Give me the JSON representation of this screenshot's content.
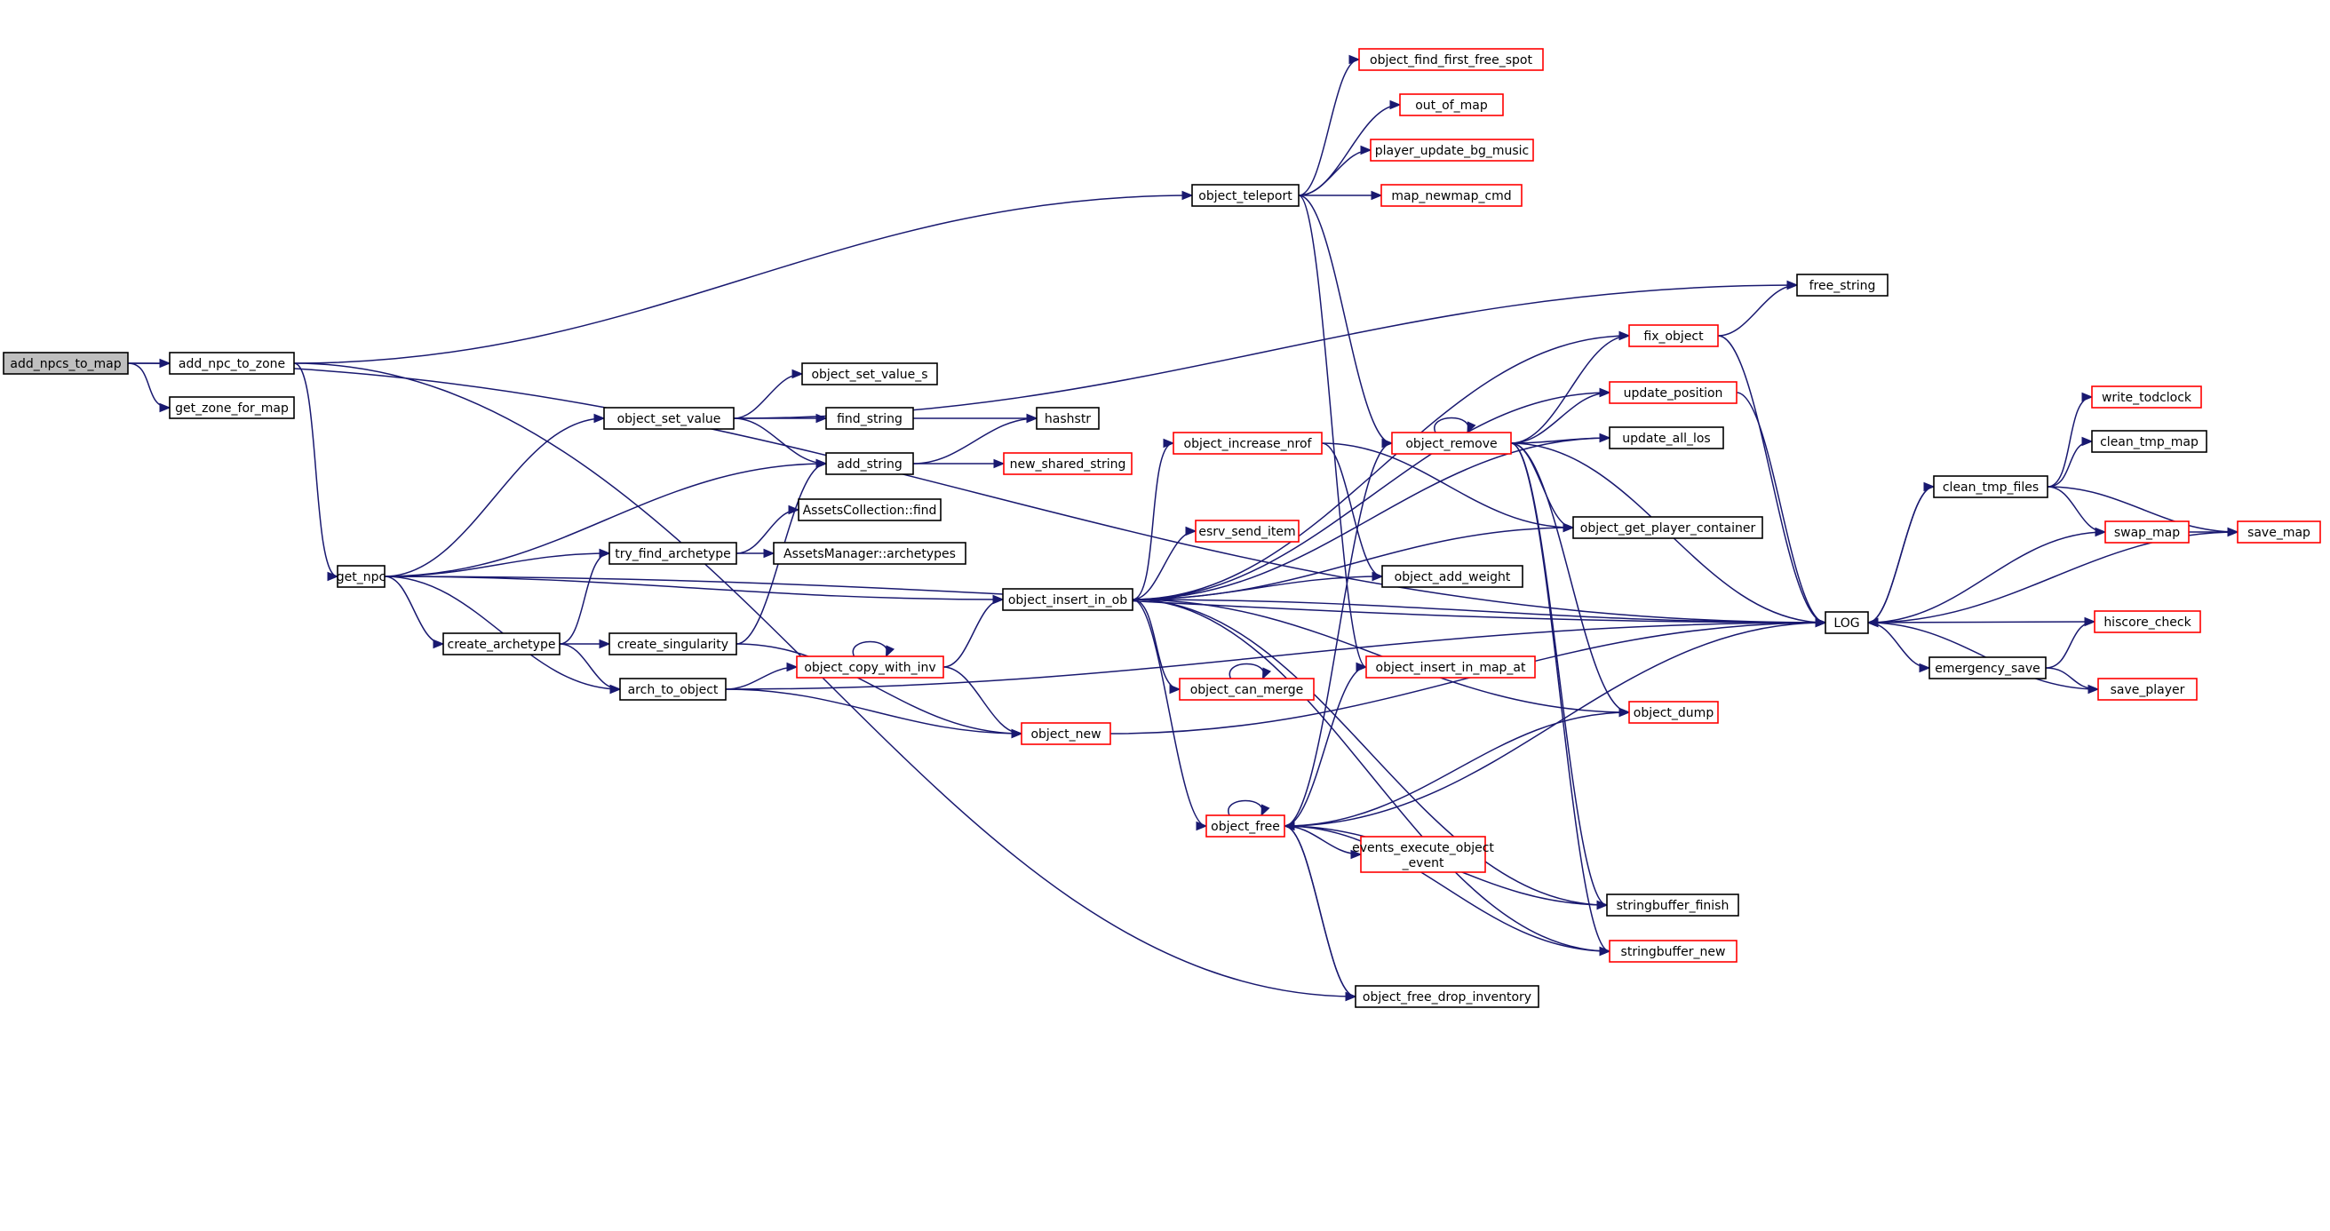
{
  "diagram": {
    "type": "call-graph",
    "colors": {
      "edge": "#191970",
      "node_border_documented": "#000000",
      "node_border_undocumented": "#ff0000",
      "root_fill": "#bfbfbf"
    },
    "nodes": [
      {
        "id": "add_npcs_to_map",
        "label": "add_npcs_to_map",
        "style": "root"
      },
      {
        "id": "add_npc_to_zone",
        "label": "add_npc_to_zone",
        "style": "black"
      },
      {
        "id": "get_zone_for_map",
        "label": "get_zone_for_map",
        "style": "black"
      },
      {
        "id": "get_npc",
        "label": "get_npc",
        "style": "black"
      },
      {
        "id": "object_set_value",
        "label": "object_set_value",
        "style": "black"
      },
      {
        "id": "object_set_value_s",
        "label": "object_set_value_s",
        "style": "black"
      },
      {
        "id": "find_string",
        "label": "find_string",
        "style": "black"
      },
      {
        "id": "hashstr",
        "label": "hashstr",
        "style": "black"
      },
      {
        "id": "add_string",
        "label": "add_string",
        "style": "black"
      },
      {
        "id": "new_shared_string",
        "label": "new_shared_string",
        "style": "red"
      },
      {
        "id": "assets_find",
        "label": "AssetsCollection::find",
        "style": "black"
      },
      {
        "id": "try_find_archetype",
        "label": "try_find_archetype",
        "style": "black"
      },
      {
        "id": "assets_archetypes",
        "label": "AssetsManager::archetypes",
        "style": "black"
      },
      {
        "id": "create_archetype",
        "label": "create_archetype",
        "style": "black"
      },
      {
        "id": "create_singularity",
        "label": "create_singularity",
        "style": "black"
      },
      {
        "id": "arch_to_object",
        "label": "arch_to_object",
        "style": "black"
      },
      {
        "id": "object_copy_with_inv",
        "label": "object_copy_with_inv",
        "style": "red"
      },
      {
        "id": "object_new",
        "label": "object_new",
        "style": "red"
      },
      {
        "id": "object_insert_in_ob",
        "label": "object_insert_in_ob",
        "style": "black"
      },
      {
        "id": "object_teleport",
        "label": "object_teleport",
        "style": "black"
      },
      {
        "id": "object_find_first_free_spot",
        "label": "object_find_first_free_spot",
        "style": "red"
      },
      {
        "id": "out_of_map",
        "label": "out_of_map",
        "style": "red"
      },
      {
        "id": "player_update_bg_music",
        "label": "player_update_bg_music",
        "style": "red"
      },
      {
        "id": "map_newmap_cmd",
        "label": "map_newmap_cmd",
        "style": "red"
      },
      {
        "id": "free_string",
        "label": "free_string",
        "style": "black"
      },
      {
        "id": "fix_object",
        "label": "fix_object",
        "style": "red"
      },
      {
        "id": "update_position",
        "label": "update_position",
        "style": "red"
      },
      {
        "id": "object_remove",
        "label": "object_remove",
        "style": "red"
      },
      {
        "id": "update_all_los",
        "label": "update_all_los",
        "style": "black"
      },
      {
        "id": "object_increase_nrof",
        "label": "object_increase_nrof",
        "style": "red"
      },
      {
        "id": "object_get_player_container",
        "label": "object_get_player_container",
        "style": "black"
      },
      {
        "id": "esrv_send_item",
        "label": "esrv_send_item",
        "style": "red"
      },
      {
        "id": "object_add_weight",
        "label": "object_add_weight",
        "style": "black"
      },
      {
        "id": "LOG",
        "label": "LOG",
        "style": "black"
      },
      {
        "id": "object_insert_in_map_at",
        "label": "object_insert_in_map_at",
        "style": "red"
      },
      {
        "id": "object_can_merge",
        "label": "object_can_merge",
        "style": "red"
      },
      {
        "id": "object_dump",
        "label": "object_dump",
        "style": "red"
      },
      {
        "id": "object_free",
        "label": "object_free",
        "style": "red"
      },
      {
        "id": "events_execute_object_event",
        "label": "events_execute_object",
        "label2": "_event",
        "style": "red"
      },
      {
        "id": "stringbuffer_finish",
        "label": "stringbuffer_finish",
        "style": "black"
      },
      {
        "id": "stringbuffer_new",
        "label": "stringbuffer_new",
        "style": "red"
      },
      {
        "id": "object_free_drop_inventory",
        "label": "object_free_drop_inventory",
        "style": "black"
      },
      {
        "id": "clean_tmp_files",
        "label": "clean_tmp_files",
        "style": "black"
      },
      {
        "id": "write_todclock",
        "label": "write_todclock",
        "style": "red"
      },
      {
        "id": "clean_tmp_map",
        "label": "clean_tmp_map",
        "style": "black"
      },
      {
        "id": "swap_map",
        "label": "swap_map",
        "style": "red"
      },
      {
        "id": "save_map",
        "label": "save_map",
        "style": "red"
      },
      {
        "id": "hiscore_check",
        "label": "hiscore_check",
        "style": "red"
      },
      {
        "id": "emergency_save",
        "label": "emergency_save",
        "style": "black"
      },
      {
        "id": "save_player",
        "label": "save_player",
        "style": "red"
      }
    ],
    "edges": [
      [
        "add_npcs_to_map",
        "add_npc_to_zone"
      ],
      [
        "add_npcs_to_map",
        "get_zone_for_map"
      ],
      [
        "add_npcs_to_map",
        "LOG"
      ],
      [
        "add_npc_to_zone",
        "object_teleport"
      ],
      [
        "add_npc_to_zone",
        "get_npc"
      ],
      [
        "add_npc_to_zone",
        "object_free_drop_inventory"
      ],
      [
        "get_npc",
        "object_set_value"
      ],
      [
        "get_npc",
        "add_string"
      ],
      [
        "get_npc",
        "try_find_archetype"
      ],
      [
        "get_npc",
        "object_insert_in_ob"
      ],
      [
        "get_npc",
        "create_archetype"
      ],
      [
        "get_npc",
        "arch_to_object"
      ],
      [
        "get_npc",
        "LOG"
      ],
      [
        "object_set_value",
        "free_string"
      ],
      [
        "object_set_value",
        "object_set_value_s"
      ],
      [
        "object_set_value",
        "find_string"
      ],
      [
        "object_set_value",
        "add_string"
      ],
      [
        "find_string",
        "hashstr"
      ],
      [
        "add_string",
        "hashstr"
      ],
      [
        "add_string",
        "new_shared_string"
      ],
      [
        "try_find_archetype",
        "assets_find"
      ],
      [
        "try_find_archetype",
        "assets_archetypes"
      ],
      [
        "create_archetype",
        "try_find_archetype"
      ],
      [
        "create_archetype",
        "create_singularity"
      ],
      [
        "create_archetype",
        "arch_to_object"
      ],
      [
        "create_singularity",
        "add_string"
      ],
      [
        "create_singularity",
        "object_new"
      ],
      [
        "arch_to_object",
        "object_copy_with_inv"
      ],
      [
        "arch_to_object",
        "object_new"
      ],
      [
        "arch_to_object",
        "LOG"
      ],
      [
        "object_copy_with_inv",
        "object_copy_with_inv"
      ],
      [
        "object_copy_with_inv",
        "object_insert_in_ob"
      ],
      [
        "object_copy_with_inv",
        "object_new"
      ],
      [
        "object_new",
        "LOG"
      ],
      [
        "object_teleport",
        "object_find_first_free_spot"
      ],
      [
        "object_teleport",
        "out_of_map"
      ],
      [
        "object_teleport",
        "player_update_bg_music"
      ],
      [
        "object_teleport",
        "map_newmap_cmd"
      ],
      [
        "object_teleport",
        "object_remove"
      ],
      [
        "object_teleport",
        "object_insert_in_map_at"
      ],
      [
        "object_insert_in_ob",
        "fix_object"
      ],
      [
        "object_insert_in_ob",
        "update_position"
      ],
      [
        "object_insert_in_ob",
        "update_all_los"
      ],
      [
        "object_insert_in_ob",
        "object_increase_nrof"
      ],
      [
        "object_insert_in_ob",
        "object_get_player_container"
      ],
      [
        "object_insert_in_ob",
        "esrv_send_item"
      ],
      [
        "object_insert_in_ob",
        "object_add_weight"
      ],
      [
        "object_insert_in_ob",
        "LOG"
      ],
      [
        "object_insert_in_ob",
        "object_can_merge"
      ],
      [
        "object_insert_in_ob",
        "object_dump"
      ],
      [
        "object_insert_in_ob",
        "object_free"
      ],
      [
        "object_insert_in_ob",
        "stringbuffer_finish"
      ],
      [
        "object_insert_in_ob",
        "stringbuffer_new"
      ],
      [
        "object_increase_nrof",
        "object_get_player_container"
      ],
      [
        "object_increase_nrof",
        "object_add_weight"
      ],
      [
        "object_can_merge",
        "object_can_merge"
      ],
      [
        "object_remove",
        "object_remove"
      ],
      [
        "object_remove",
        "fix_object"
      ],
      [
        "object_remove",
        "update_position"
      ],
      [
        "object_remove",
        "update_all_los"
      ],
      [
        "object_remove",
        "object_get_player_container"
      ],
      [
        "object_remove",
        "LOG"
      ],
      [
        "object_remove",
        "object_dump"
      ],
      [
        "object_remove",
        "stringbuffer_finish"
      ],
      [
        "object_remove",
        "stringbuffer_new"
      ],
      [
        "fix_object",
        "free_string"
      ],
      [
        "fix_object",
        "LOG"
      ],
      [
        "update_position",
        "LOG"
      ],
      [
        "object_free",
        "object_free"
      ],
      [
        "object_free",
        "object_remove"
      ],
      [
        "object_free",
        "object_insert_in_map_at"
      ],
      [
        "object_free",
        "object_dump"
      ],
      [
        "object_free",
        "LOG"
      ],
      [
        "object_free",
        "events_execute_object_event"
      ],
      [
        "object_free",
        "stringbuffer_finish"
      ],
      [
        "object_free",
        "stringbuffer_new"
      ],
      [
        "object_free",
        "object_free_drop_inventory"
      ],
      [
        "object_free_drop_inventory",
        "object_free"
      ],
      [
        "LOG",
        "clean_tmp_files"
      ],
      [
        "LOG",
        "emergency_save"
      ],
      [
        "clean_tmp_files",
        "write_todclock"
      ],
      [
        "clean_tmp_files",
        "clean_tmp_map"
      ],
      [
        "clean_tmp_files",
        "swap_map"
      ],
      [
        "clean_tmp_files",
        "save_map"
      ],
      [
        "clean_tmp_files",
        "LOG"
      ],
      [
        "swap_map",
        "save_map"
      ],
      [
        "swap_map",
        "LOG"
      ],
      [
        "save_map",
        "LOG"
      ],
      [
        "emergency_save",
        "hiscore_check"
      ],
      [
        "emergency_save",
        "save_player"
      ],
      [
        "hiscore_check",
        "LOG"
      ],
      [
        "save_player",
        "LOG"
      ]
    ]
  }
}
